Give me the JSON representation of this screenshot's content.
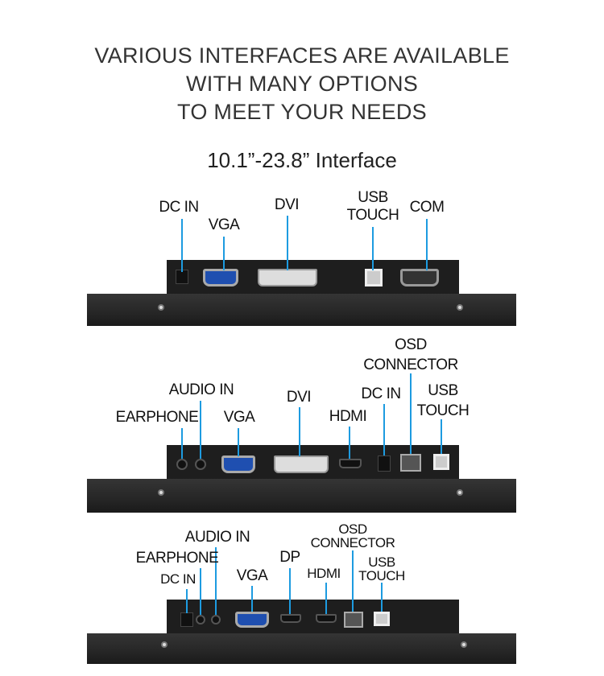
{
  "heading": {
    "line1": "VARIOUS INTERFACES ARE AVAILABLE",
    "line2": "WITH MANY OPTIONS",
    "line3": "TO MEET YOUR NEEDS"
  },
  "subtitle": "10.1”-23.8” Interface",
  "panel1": {
    "dc_in": "DC IN",
    "vga": "VGA",
    "dvi": "DVI",
    "usb_touch_1": "USB",
    "usb_touch_2": "TOUCH",
    "com": "COM"
  },
  "panel2": {
    "earphone": "EARPHONE",
    "audio_in": "AUDIO IN",
    "vga": "VGA",
    "dvi": "DVI",
    "hdmi": "HDMI",
    "dc_in": "DC IN",
    "osd_1": "OSD",
    "osd_2": "CONNECTOR",
    "usb_touch_1": "USB",
    "usb_touch_2": "TOUCH"
  },
  "panel3": {
    "audio_in": "AUDIO IN",
    "earphone": "EARPHONE",
    "dc_in": "DC IN",
    "vga": "VGA",
    "dp": "DP",
    "hdmi": "HDMI",
    "osd_1": "OSD",
    "osd_2": "CONNECTOR",
    "usb_touch_1": "USB",
    "usb_touch_2": "TOUCH"
  },
  "colors": {
    "callout_line": "#1d9be0",
    "panel": "#1e1e1e"
  }
}
